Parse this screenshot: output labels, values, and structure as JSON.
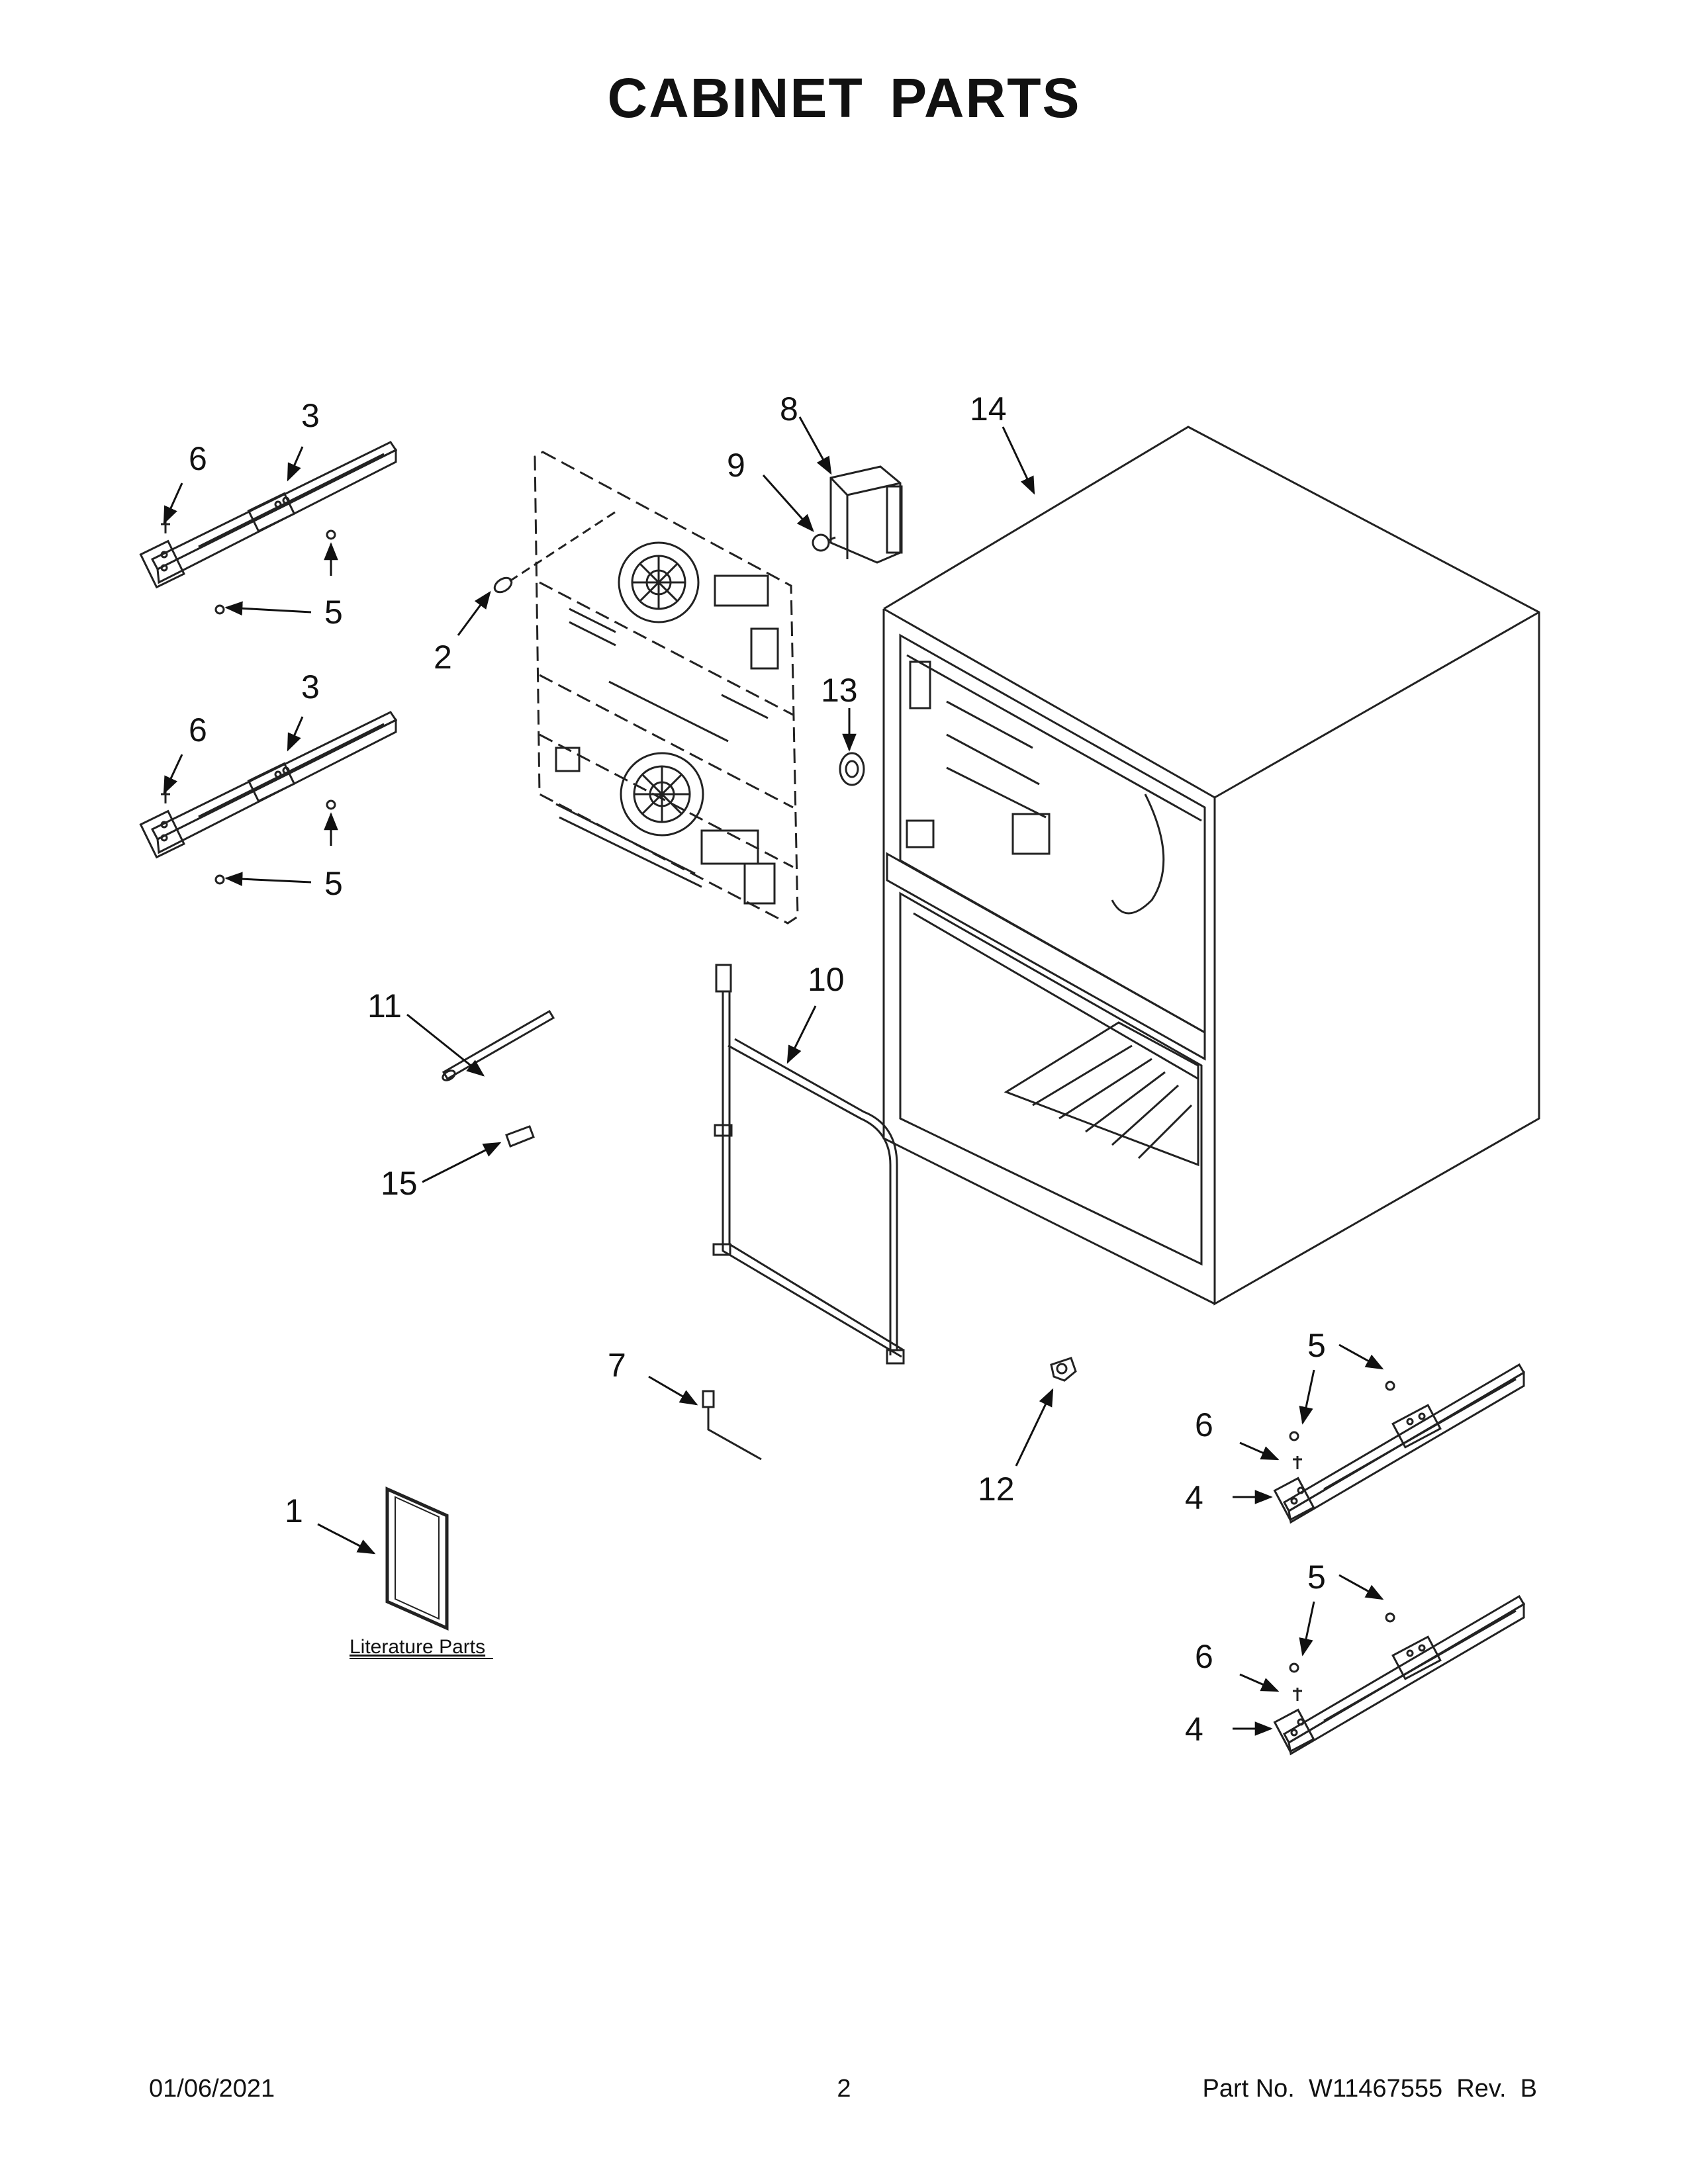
{
  "title": "CABINET PARTS",
  "callouts": [
    {
      "id": "c1",
      "text": "1"
    },
    {
      "id": "c2",
      "text": "2"
    },
    {
      "id": "c3a",
      "text": "3"
    },
    {
      "id": "c3b",
      "text": "3"
    },
    {
      "id": "c4a",
      "text": "4"
    },
    {
      "id": "c4b",
      "text": "4"
    },
    {
      "id": "c5a",
      "text": "5"
    },
    {
      "id": "c5b",
      "text": "5"
    },
    {
      "id": "c5c",
      "text": "5"
    },
    {
      "id": "c5d",
      "text": "5"
    },
    {
      "id": "c6a",
      "text": "6"
    },
    {
      "id": "c6b",
      "text": "6"
    },
    {
      "id": "c6c",
      "text": "6"
    },
    {
      "id": "c6d",
      "text": "6"
    },
    {
      "id": "c7",
      "text": "7"
    },
    {
      "id": "c8",
      "text": "8"
    },
    {
      "id": "c9",
      "text": "9"
    },
    {
      "id": "c10",
      "text": "10"
    },
    {
      "id": "c11",
      "text": "11"
    },
    {
      "id": "c12",
      "text": "12"
    },
    {
      "id": "c13",
      "text": "13"
    },
    {
      "id": "c14",
      "text": "14"
    },
    {
      "id": "c15",
      "text": "15"
    }
  ],
  "literature_label": "Literature Parts",
  "footer": {
    "date": "01/06/2021",
    "page": "2",
    "part": "Part No.  W11467555  Rev.  B"
  }
}
